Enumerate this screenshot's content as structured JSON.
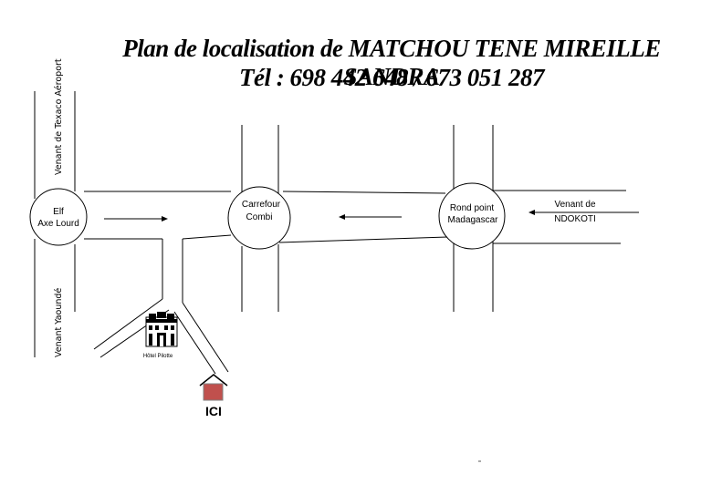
{
  "title": {
    "line1": "Plan de localisation   de MATCHOU TENE MIREILLE SANDRA",
    "line2": "Tél : 698 442 648 / 673 051 287"
  },
  "roundabouts": {
    "elf": {
      "line1": "Elf",
      "line2": "Axe Lourd"
    },
    "carrefour": {
      "line1": "Carrefour",
      "line2": "Combi"
    },
    "rondpoint": {
      "line1": "Rond point",
      "line2": "Madagascar"
    }
  },
  "labels": {
    "texaco": "Venant de Texaco Aéroport",
    "yaounde": "Venant Yaoundé",
    "ndokoti_1": "Venant de",
    "ndokoti_2": "NDOKOTI",
    "hotel": "Hôtel Pilotte",
    "ici": "ICI"
  },
  "colors": {
    "house_fill": "#c0504d"
  }
}
